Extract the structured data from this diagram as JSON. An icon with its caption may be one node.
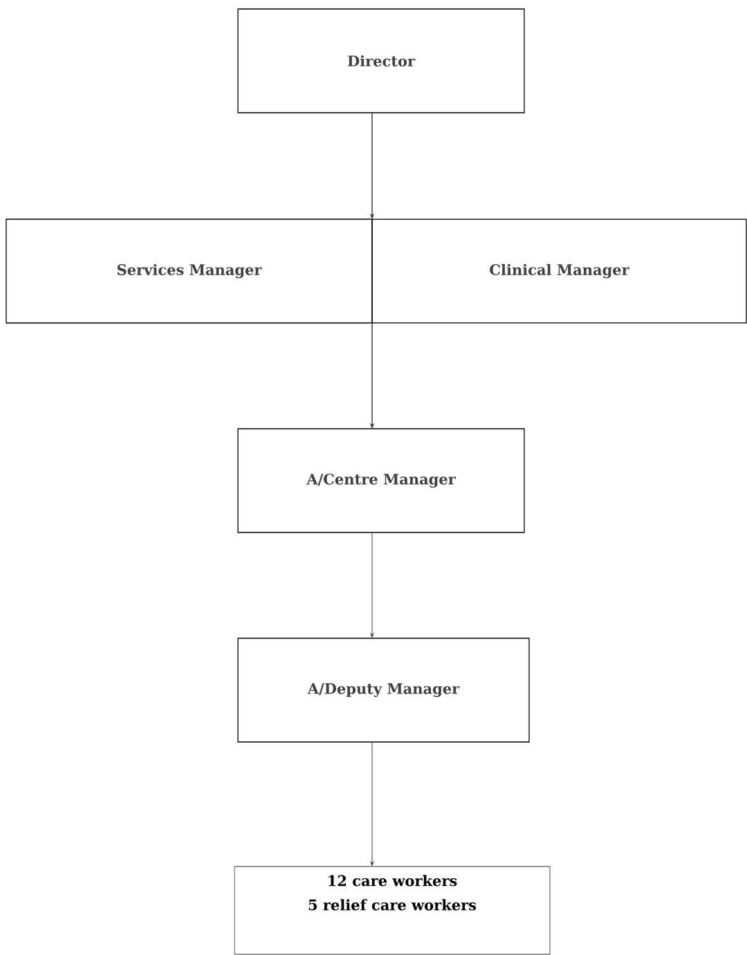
{
  "diagram": {
    "nodes": [
      {
        "text": [
          "Director"
        ]
      },
      {
        "text": [
          "Services Manager"
        ]
      },
      {
        "text": [
          "Clinical Manager"
        ]
      },
      {
        "text": [
          "A/Centre Manager"
        ]
      },
      {
        "text": [
          "A/Deputy Manager"
        ]
      },
      {
        "text": [
          "12 care workers",
          "5 relief care workers"
        ]
      }
    ],
    "edges": [
      {
        "from": 0,
        "to": 1,
        "arrow": "to"
      },
      {
        "from": 0,
        "to": 2,
        "arrow": "to"
      },
      {
        "from": 1,
        "to": 3,
        "arrow": "to"
      },
      {
        "from": 2,
        "to": 3,
        "arrow": "to"
      },
      {
        "from": 3,
        "to": 4,
        "arrow": "to"
      },
      {
        "from": 4,
        "to": 5,
        "arrow": "to"
      }
    ]
  }
}
